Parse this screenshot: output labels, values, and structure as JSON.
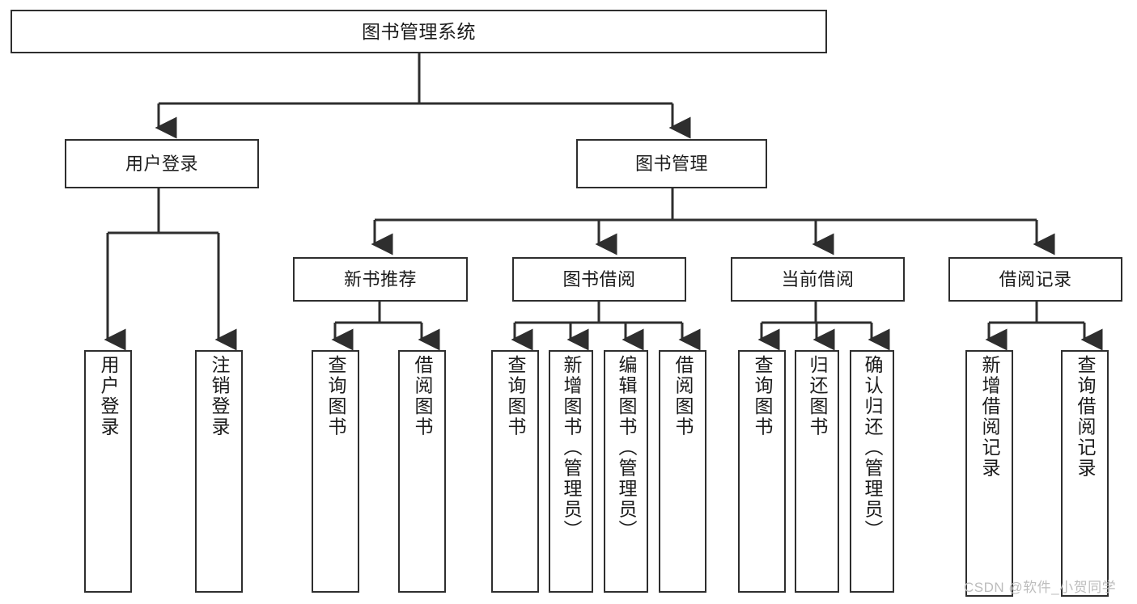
{
  "diagram": {
    "type": "hierarchy-tree",
    "title": "图书管理系统",
    "root": {
      "label": "图书管理系统"
    },
    "level1": [
      {
        "id": "user-login",
        "label": "用户登录"
      },
      {
        "id": "book-management",
        "label": "图书管理"
      }
    ],
    "level2": [
      {
        "id": "new-book-recommend",
        "label": "新书推荐",
        "parent": "book-management"
      },
      {
        "id": "book-borrow",
        "label": "图书借阅",
        "parent": "book-management"
      },
      {
        "id": "current-borrow",
        "label": "当前借阅",
        "parent": "book-management"
      },
      {
        "id": "borrow-record",
        "label": "借阅记录",
        "parent": "book-management"
      }
    ],
    "leaves": {
      "user-login": [
        {
          "id": "leaf-user-login",
          "label": "用户登录"
        },
        {
          "id": "leaf-logout",
          "label": "注销登录"
        }
      ],
      "new-book-recommend": [
        {
          "id": "leaf-query-book-1",
          "label": "查询图书"
        },
        {
          "id": "leaf-borrow-book-1",
          "label": "借阅图书"
        }
      ],
      "book-borrow": [
        {
          "id": "leaf-query-book-2",
          "label": "查询图书"
        },
        {
          "id": "leaf-add-book",
          "label": "新增图书（管理员）"
        },
        {
          "id": "leaf-edit-book",
          "label": "编辑图书（管理员）"
        },
        {
          "id": "leaf-borrow-book-2",
          "label": "借阅图书"
        }
      ],
      "current-borrow": [
        {
          "id": "leaf-query-book-3",
          "label": "查询图书"
        },
        {
          "id": "leaf-return-book",
          "label": "归还图书"
        },
        {
          "id": "leaf-confirm-return",
          "label": "确认归还（管理员）"
        }
      ],
      "borrow-record": [
        {
          "id": "leaf-add-record",
          "label": "新增借阅记录"
        },
        {
          "id": "leaf-query-record",
          "label": "查询借阅记录"
        }
      ]
    }
  },
  "watermark": {
    "text": "CSDN @软件_小贺同学"
  },
  "colors": {
    "stroke": "#2e2e2e",
    "background": "#ffffff",
    "text": "#1b1b1b",
    "watermark": "#bdbdbd"
  }
}
